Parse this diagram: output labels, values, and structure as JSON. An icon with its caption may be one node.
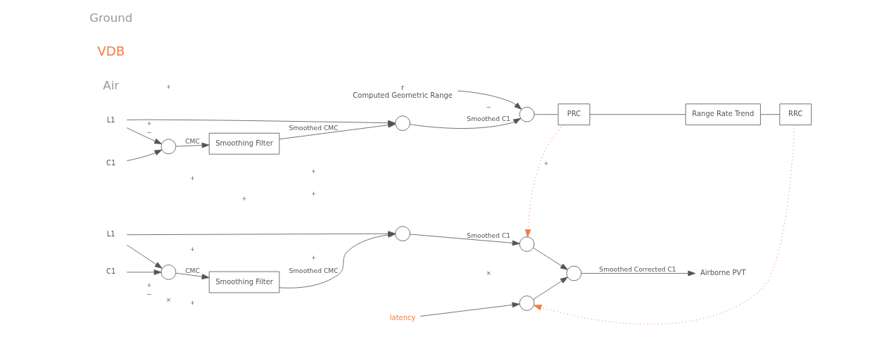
{
  "diagram": {
    "nodes": [
      {
        "text": [
          "C1"
        ]
      },
      {
        "text": [
          "L1"
        ]
      },
      {
        "text": [],
        "shape": "circle"
      },
      {
        "text": [
          "Smoothing Filter"
        ]
      },
      {
        "text": [],
        "shape": "circle"
      },
      {
        "text": [],
        "shape": "circle"
      },
      {
        "text": [],
        "shape": "circle"
      },
      {
        "text": [
          "Airborne PVT"
        ]
      },
      {
        "text": [
          "latency"
        ]
      },
      {
        "text": [],
        "shape": "circle"
      },
      {
        "text": [
          "C1"
        ]
      },
      {
        "text": [
          "L1"
        ]
      },
      {
        "text": [],
        "shape": "circle"
      },
      {
        "text": [
          "Smoothing Filter"
        ]
      },
      {
        "text": [],
        "shape": "circle"
      },
      {
        "text": [],
        "shape": "circle"
      },
      {
        "text": [
          "r",
          "Computed Geometric Range"
        ]
      },
      {
        "text": [
          "PRC"
        ]
      },
      {
        "text": [
          "Range Rate Trend"
        ]
      },
      {
        "text": [
          "RRC"
        ]
      }
    ],
    "edges": [
      {
        "from": 0,
        "to": 2,
        "arrow": "to"
      },
      {
        "from": 1,
        "to": 2,
        "arrow": "to"
      },
      {
        "from": 2,
        "to": 3,
        "arrow": "to",
        "label": "CMC"
      },
      {
        "from": 3,
        "to": 4,
        "arrow": "to",
        "label": "Smoothed CMC"
      },
      {
        "from": 1,
        "to": 4,
        "arrow": "to"
      },
      {
        "from": 4,
        "to": 5,
        "arrow": "to",
        "label": "Smoothed C1"
      },
      {
        "from": 5,
        "to": 6,
        "arrow": "to"
      },
      {
        "from": 6,
        "to": 7,
        "arrow": "to",
        "label": "Smoothed Corrected C1"
      },
      {
        "from": 8,
        "to": 9,
        "arrow": "to"
      },
      {
        "from": 9,
        "to": 6,
        "arrow": "to"
      },
      {
        "from": 17,
        "to": 5,
        "arrow": "to",
        "style": "dashed",
        "color": "#f07c4a"
      },
      {
        "from": 19,
        "to": 9,
        "arrow": "to",
        "style": "dashed",
        "color": "#f07c4a"
      },
      {
        "from": 10,
        "to": 12,
        "arrow": "to"
      },
      {
        "from": 11,
        "to": 12,
        "arrow": "to"
      },
      {
        "from": 12,
        "to": 13,
        "arrow": "to",
        "label": "CMC"
      },
      {
        "from": 13,
        "to": 14,
        "arrow": "to",
        "label": "Smoothed CMC"
      },
      {
        "from": 11,
        "to": 14,
        "arrow": "to"
      },
      {
        "from": 14,
        "to": 15,
        "arrow": "to",
        "label": "Smoothed C1"
      },
      {
        "from": 16,
        "to": 15,
        "arrow": "to"
      },
      {
        "from": 15,
        "to": 17,
        "arrow": "none"
      },
      {
        "from": 17,
        "to": 18,
        "arrow": "none"
      },
      {
        "from": 18,
        "to": 19,
        "arrow": "none"
      }
    ],
    "labels": [
      "+",
      "−",
      "+",
      "+",
      "+",
      "+",
      "+",
      "+",
      "×",
      "×",
      "Air",
      "VDB",
      "Ground",
      "+",
      "−",
      "+",
      "+",
      "−",
      "+"
    ]
  }
}
